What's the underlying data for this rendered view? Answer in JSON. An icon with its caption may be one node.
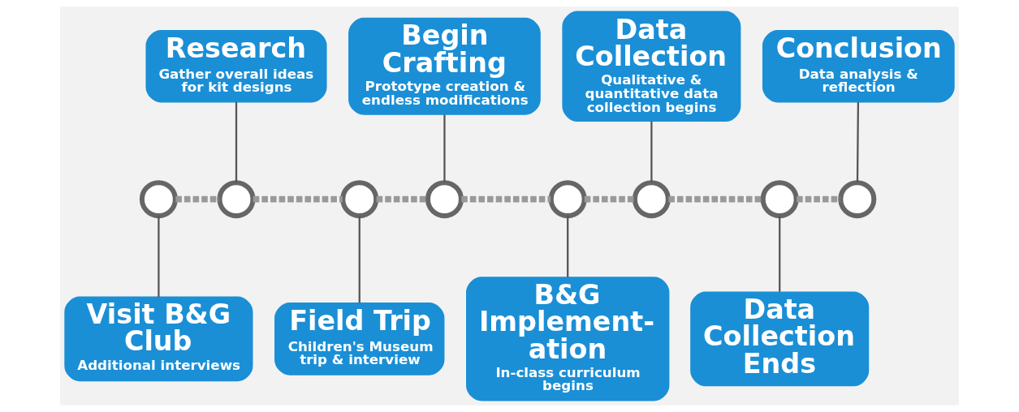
{
  "diagram": {
    "nodes": [
      {
        "text": [
          "Visit B&G Club",
          "Additional interviews"
        ]
      },
      {
        "text": [
          "Research",
          "Gather overall ideas for kit designs"
        ]
      },
      {
        "text": [
          "Field Trip",
          "Children's Museum trip & interview"
        ]
      },
      {
        "text": [
          "Begin Crafting",
          "Prototype creation & endless modifications"
        ]
      },
      {
        "text": [
          "B&G Implement-ation",
          "In-class curriculum begins"
        ]
      },
      {
        "text": [
          "Data Collection",
          "Qualitative & quantitative data collection begins"
        ]
      },
      {
        "text": [
          "Data Collection Ends"
        ]
      },
      {
        "text": [
          "Conclusion",
          "Data analysis & reflection"
        ]
      },
      {
        "text": [],
        "shape": "circle"
      },
      {
        "text": [],
        "shape": "circle"
      },
      {
        "text": [],
        "shape": "circle"
      },
      {
        "text": [],
        "shape": "circle"
      },
      {
        "text": [],
        "shape": "circle"
      },
      {
        "text": [],
        "shape": "circle"
      },
      {
        "text": [],
        "shape": "circle"
      },
      {
        "text": [],
        "shape": "circle"
      }
    ],
    "edges": [
      {
        "from": 8,
        "to": 9,
        "arrow": "none",
        "style": "dashed",
        "color": "#999999"
      },
      {
        "from": 9,
        "to": 10,
        "arrow": "none",
        "style": "dashed",
        "color": "#999999"
      },
      {
        "from": 10,
        "to": 11,
        "arrow": "none",
        "style": "dashed",
        "color": "#999999"
      },
      {
        "from": 11,
        "to": 12,
        "arrow": "none",
        "style": "dashed",
        "color": "#999999"
      },
      {
        "from": 12,
        "to": 13,
        "arrow": "none",
        "style": "dashed",
        "color": "#999999"
      },
      {
        "from": 13,
        "to": 14,
        "arrow": "none",
        "style": "dashed",
        "color": "#999999"
      },
      {
        "from": 14,
        "to": 15,
        "arrow": "none",
        "style": "dashed",
        "color": "#999999"
      },
      {
        "from": 8,
        "to": 0,
        "arrow": "none"
      },
      {
        "from": 1,
        "to": 9,
        "arrow": "none"
      },
      {
        "from": 10,
        "to": 2,
        "arrow": "none"
      },
      {
        "from": 3,
        "to": 11,
        "arrow": "none"
      },
      {
        "from": 12,
        "to": 4,
        "arrow": "none"
      },
      {
        "from": 5,
        "to": 13,
        "arrow": "none"
      },
      {
        "from": 14,
        "to": 6,
        "arrow": "none"
      },
      {
        "from": 7,
        "to": 15,
        "arrow": "none"
      }
    ]
  }
}
